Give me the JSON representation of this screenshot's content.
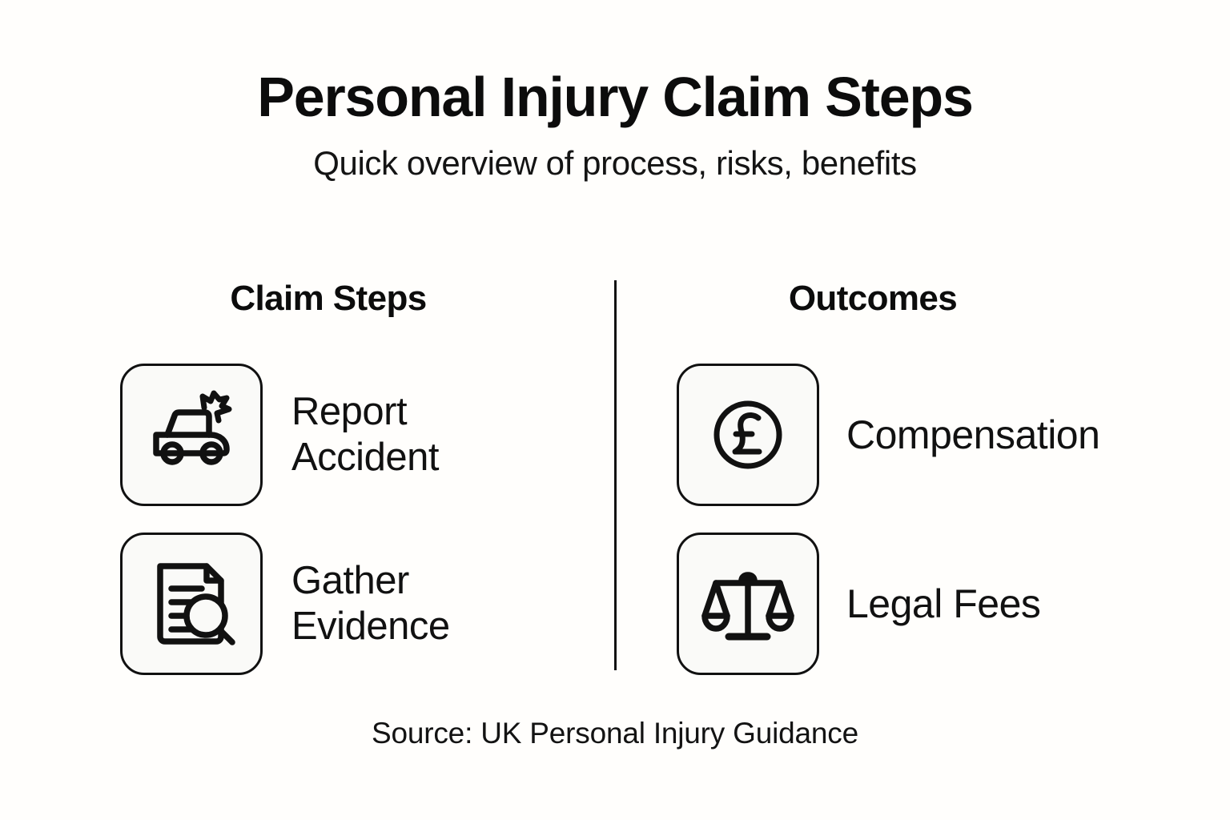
{
  "header": {
    "title": "Personal Injury Claim Steps",
    "subtitle": "Quick overview of process, risks, benefits"
  },
  "columns": [
    {
      "heading": "Claim Steps",
      "items": [
        {
          "icon": "car-crash-icon",
          "label": "Report\nAccident"
        },
        {
          "icon": "document-search-icon",
          "label": "Gather\nEvidence"
        }
      ]
    },
    {
      "heading": "Outcomes",
      "items": [
        {
          "icon": "pound-coin-icon",
          "label": "Compensation"
        },
        {
          "icon": "scales-of-justice-icon",
          "label": "Legal Fees"
        }
      ]
    }
  ],
  "footer": {
    "source": "Source: UK Personal Injury Guidance"
  },
  "colors": {
    "background": "#fffefc",
    "ink": "#111111",
    "tile_fill": "#fafaf8",
    "tile_border": "#111111"
  }
}
